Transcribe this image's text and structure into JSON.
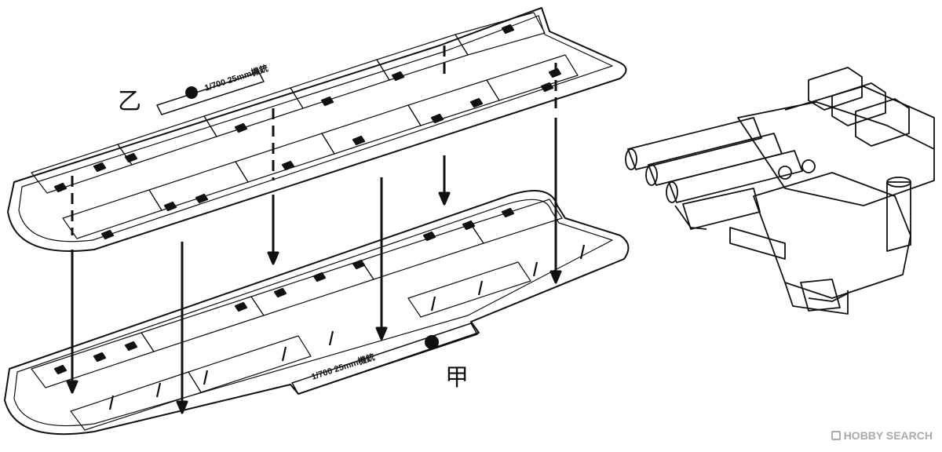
{
  "labels": {
    "upper_sprue": "乙",
    "lower_sprue": "甲"
  },
  "sprue_tag": {
    "upper": "1/700 25mm機銃",
    "lower": "1/700 25mm機銃"
  },
  "watermark": {
    "text": "HOBBY SEARCH"
  },
  "colors": {
    "line": "#111111",
    "background": "#ffffff",
    "watermark": "#aaaaaa"
  }
}
